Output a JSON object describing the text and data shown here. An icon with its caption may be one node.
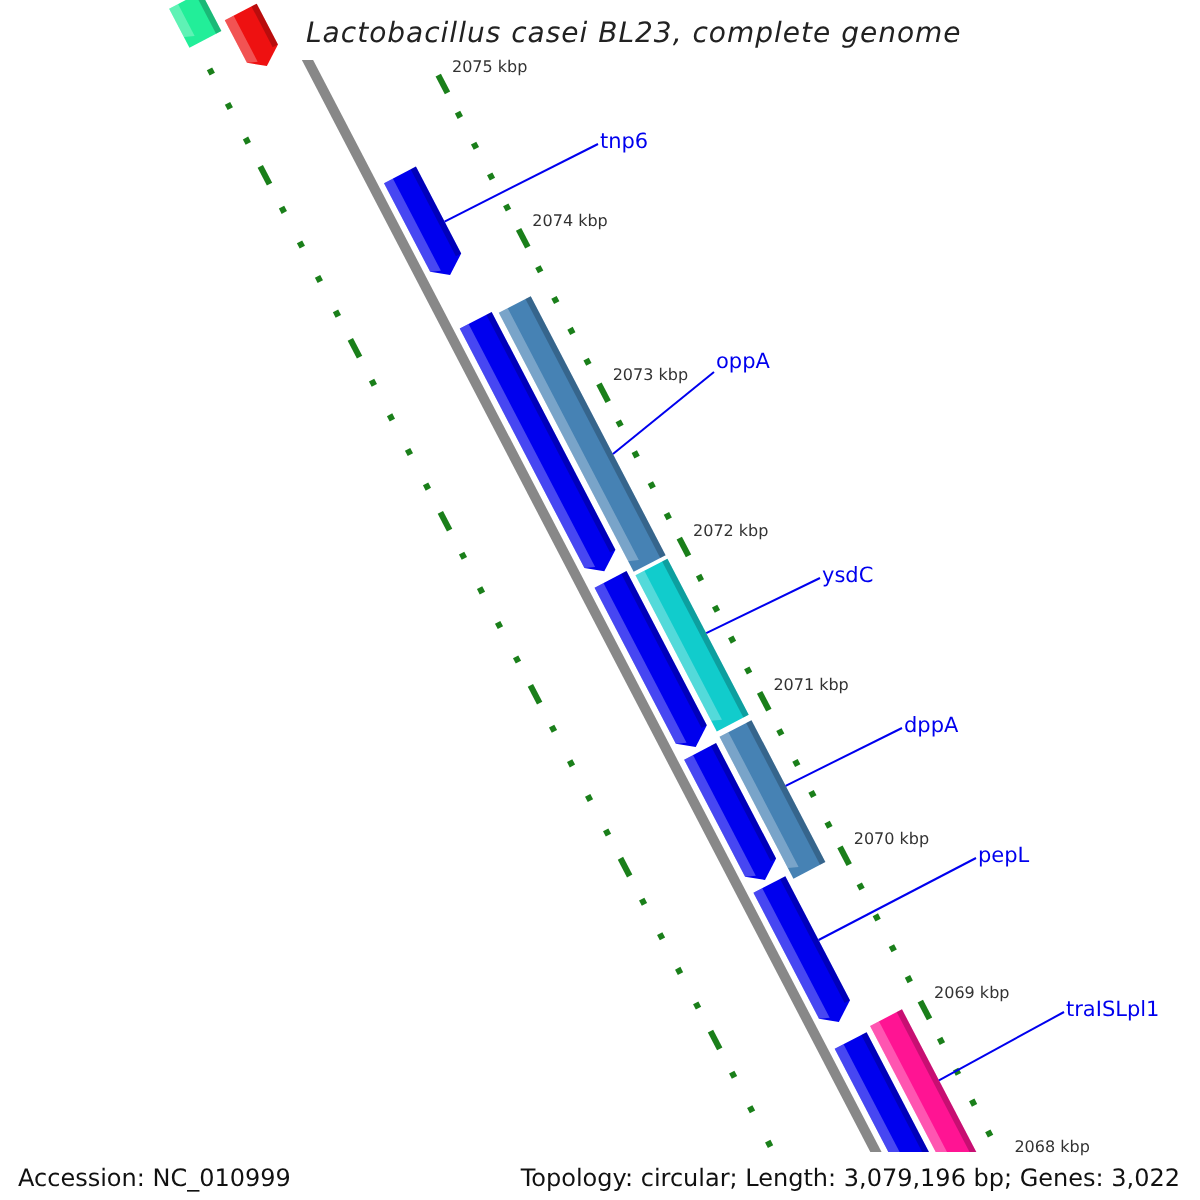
{
  "diagram": {
    "title": "Lactobacillus casei BL23, complete genome",
    "nodes": [
      {
        "text": [],
        "shape": "bar"
      },
      {
        "text": [],
        "shape": "bar"
      },
      {
        "text": [],
        "shape": "bar"
      },
      {
        "text": [],
        "shape": "bar"
      },
      {
        "text": [],
        "shape": "bar"
      },
      {
        "text": [],
        "shape": "bar"
      },
      {
        "text": [],
        "shape": "bar"
      },
      {
        "text": [],
        "shape": "bar"
      },
      {
        "text": [],
        "shape": "bar"
      },
      {
        "text": [],
        "shape": "bar"
      },
      {
        "text": [],
        "shape": "bar"
      },
      {
        "text": [],
        "shape": "bar"
      },
      {
        "text": [
          "tnp6"
        ]
      },
      {
        "text": [
          "oppA"
        ]
      },
      {
        "text": [
          "ysdC"
        ]
      },
      {
        "text": [
          "dppA"
        ]
      },
      {
        "text": [
          "pepL"
        ]
      },
      {
        "text": [
          "traISLpl1"
        ]
      }
    ],
    "edges": [
      {
        "from": 12,
        "to": 2,
        "arrow": "none"
      },
      {
        "from": 13,
        "to": 3,
        "arrow": "none"
      },
      {
        "from": 14,
        "to": 5,
        "arrow": "none"
      },
      {
        "from": 15,
        "to": 7,
        "arrow": "none"
      },
      {
        "from": 16,
        "to": 9,
        "arrow": "none"
      },
      {
        "from": 17,
        "to": 10,
        "arrow": "none"
      }
    ],
    "labels": [
      "2075 kbp",
      "2074 kbp",
      "2073 kbp",
      "2072 kbp",
      "2071 kbp",
      "2070 kbp",
      "2069 kbp",
      "2068 kbp",
      "Accession: NC_010999",
      "Topology: circular; Length: 3,079,196 bp; Genes: 3,022"
    ]
  }
}
